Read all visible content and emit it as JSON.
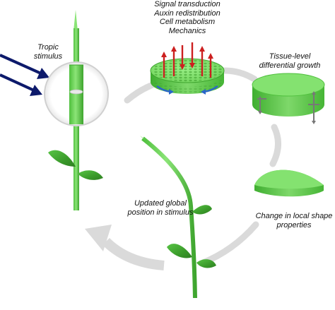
{
  "labels": {
    "tropic_stimulus": [
      "Tropic",
      "stimulus"
    ],
    "processes": [
      "Signal transduction",
      "Auxin redistribution",
      "Cell metabolism",
      "Mechanics"
    ],
    "tissue_growth": [
      "Tissue-level",
      "differential growth"
    ],
    "local_shape": [
      "Change in local shape",
      "properties"
    ],
    "updated_position": [
      "Updated global",
      "position in stimulus"
    ]
  },
  "colors": {
    "plant_green": "#6fd35a",
    "plant_dark": "#3a9a2a",
    "stimulus_arrow": "#0d1a6b",
    "cycle_arrow": "#d9d9d9",
    "auxin_arrow": "#cc1f1f",
    "rotation_arrow": "#2a66c8",
    "growth_arrow": "#777777"
  }
}
